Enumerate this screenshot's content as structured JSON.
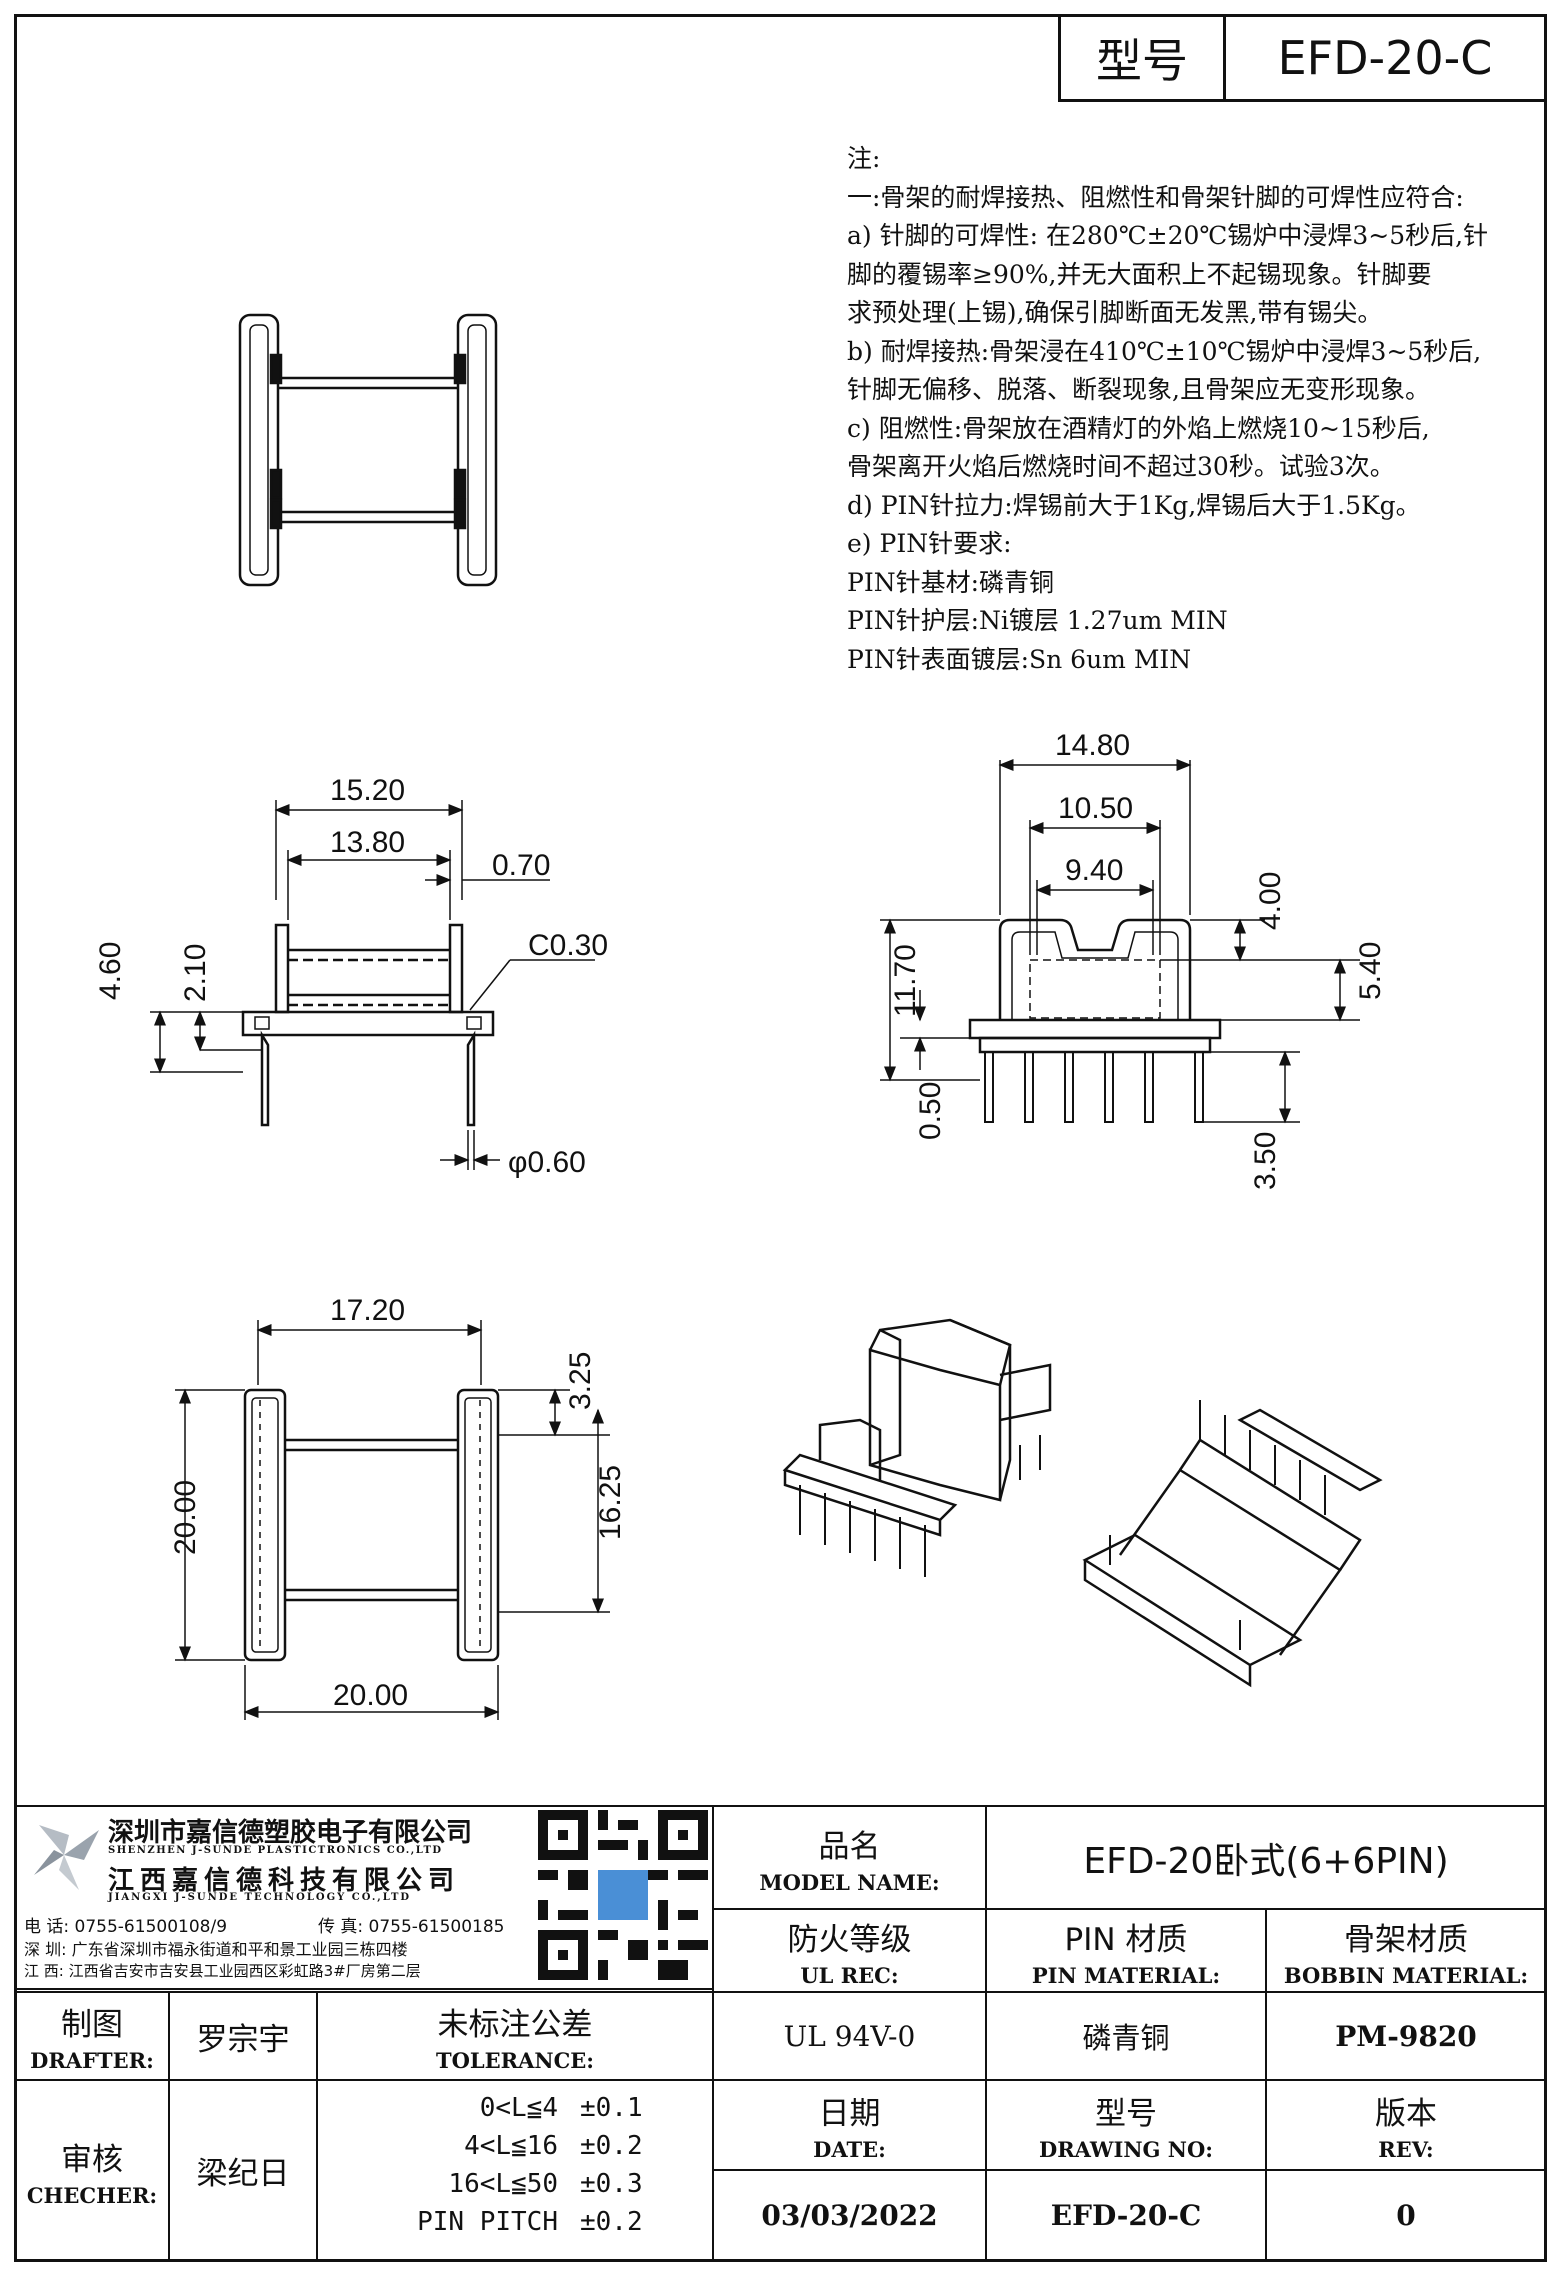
{
  "title_box": {
    "label": "型号",
    "value": "EFD-20-C"
  },
  "notes": [
    "注:",
    "一:骨架的耐焊接热、阻燃性和骨架针脚的可焊性应符合:",
    "a) 针脚的可焊性: 在280℃±20℃锡炉中浸焊3~5秒后,针",
    "脚的覆锡率≥90%,并无大面积上不起锡现象。针脚要",
    "求预处理(上锡),确保引脚断面无发黑,带有锡尖。",
    "b) 耐焊接热:骨架浸在410℃±10℃锡炉中浸焊3~5秒后,",
    "针脚无偏移、脱落、断裂现象,且骨架应无变形现象。",
    "c) 阻燃性:骨架放在酒精灯的外焰上燃烧10~15秒后,",
    "骨架离开火焰后燃烧时间不超过30秒。试验3次。",
    "d) PIN针拉力:焊锡前大于1Kg,焊锡后大于1.5Kg。",
    "e) PIN针要求:",
    "PIN针基材:磷青铜",
    "PIN针护层:Ni镀层 1.27um MIN",
    "PIN针表面镀层:Sn 6um MIN"
  ],
  "dimensions": {
    "front": {
      "w1": "15.20",
      "w2": "13.80",
      "t": "0.70",
      "h1": "4.60",
      "h2": "2.10",
      "chamfer": "C0.30",
      "pin_d": "φ0.60"
    },
    "side": {
      "w1": "14.80",
      "w2": "10.50",
      "w3": "9.40",
      "h_total": "11.70",
      "h1": "4.00",
      "h2": "5.40",
      "h3": "0.50",
      "h4": "3.50"
    },
    "bottom": {
      "w_top": "17.20",
      "w_bottom": "20.00",
      "h_total": "20.00",
      "h1": "3.25",
      "h2": "16.25"
    }
  },
  "company": {
    "name_sz": "深圳市嘉信德塑胶电子有限公司",
    "name_sz_en": "SHENZHEN J-SUNDE PLASTICTRONICS CO.,LTD",
    "name_jx": "江西嘉信德科技有限公司",
    "name_jx_en": "JIANGXI J-SUNDE TECHNOLOGY CO.,LTD",
    "phone": "电 话: 0755-61500108/9",
    "fax": "传 真: 0755-61500185",
    "addr_sz": "深 圳: 广东省深圳市福永街道和平和景工业园三栋四楼",
    "addr_jx": "江 西: 江西省吉安市吉安县工业园西区彩虹路3#厂房第二层"
  },
  "title_block": {
    "model_name_cn": "品名",
    "model_name_en": "MODEL NAME:",
    "model_name_value": "EFD-20卧式(6+6PIN)",
    "ul_cn": "防火等级",
    "ul_en": "UL REC:",
    "ul_value": "UL 94V-0",
    "pin_cn": "PIN 材质",
    "pin_en": "PIN MATERIAL:",
    "pin_value": "磷青铜",
    "bobbin_cn": "骨架材质",
    "bobbin_en": "BOBBIN MATERIAL:",
    "bobbin_value": "PM-9820",
    "drafter_cn": "制图",
    "drafter_en": "DRAFTER:",
    "drafter_value": "罗宗宇",
    "checker_cn": "审核",
    "checker_en": "CHECHER:",
    "checker_value": "梁纪日",
    "tolerance_cn": "未标注公差",
    "tolerance_en": "TOLERANCE:",
    "tolerances": [
      {
        "range": "0<L≦4",
        "value": "±0.1"
      },
      {
        "range": "4<L≦16",
        "value": "±0.2"
      },
      {
        "range": "16<L≦50",
        "value": "±0.3"
      },
      {
        "range": "PIN PITCH",
        "value": "±0.2"
      }
    ],
    "date_cn": "日期",
    "date_en": "DATE:",
    "date_value": "03/03/2022",
    "drawing_cn": "型号",
    "drawing_en": "DRAWING NO:",
    "drawing_value": "EFD-20-C",
    "rev_cn": "版本",
    "rev_en": "REV:",
    "rev_value": "0"
  },
  "colors": {
    "line": "#111111",
    "logo": "#9aa3ad"
  }
}
